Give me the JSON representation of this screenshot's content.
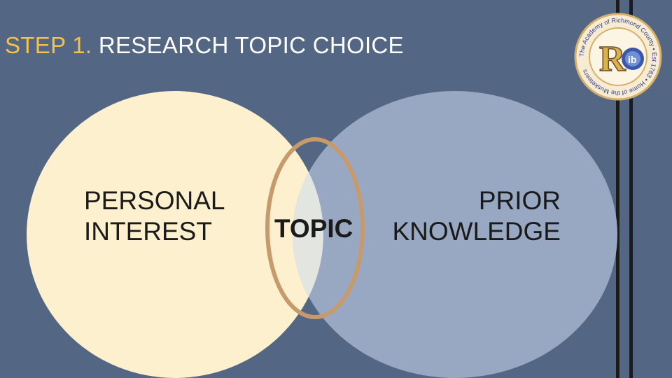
{
  "slide": {
    "title_step": "STEP 1.",
    "title_text": " RESEARCH TOPIC CHOICE"
  },
  "venn": {
    "left_label_line1": "PERSONAL",
    "left_label_line2": "INTEREST",
    "right_label_line1": "PRIOR",
    "right_label_line2": "KNOWLEDGE",
    "center_label": "TOPIC"
  },
  "logo": {
    "ring_text": "The Academy of Richmond County • Est 1783 • Home of the Musketeers"
  },
  "colors": {
    "background": "#536684",
    "left_circle": "#fdf0cf",
    "right_circle": "#98a8c2",
    "overlap": "#e2e5e0",
    "topic_ring": "#c79a6c",
    "title_accent": "#f2c14e"
  }
}
